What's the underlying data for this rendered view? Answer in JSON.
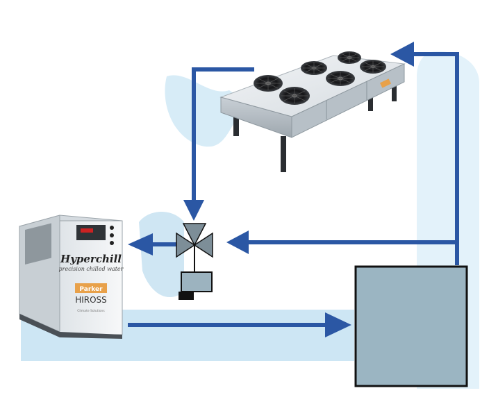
{
  "diagram": {
    "chiller": {
      "brand": "Hyperchill",
      "tagline": "precision chilled water",
      "badge_top": "Parker",
      "badge_bottom": "HIROSS",
      "small_print": "Climate Solutions"
    }
  },
  "colors": {
    "pipe": "#2b57a4",
    "pipe_dark": "#1f3f7c",
    "backdrop": "#cde6f4",
    "backdrop_light": "#e3f2fa",
    "process_unit_fill": "#9bb5c2",
    "process_unit_stroke": "#111111",
    "valve_fill": "#7d8e98",
    "actuator_fill": "#9cb3bf",
    "condenser_body": "#e4e8ec",
    "fan_dark": "#1b1b1d",
    "chiller_body": "#eef1f4",
    "chiller_panel": "#aeb6bc",
    "badge_orange": "#e8a14a"
  }
}
